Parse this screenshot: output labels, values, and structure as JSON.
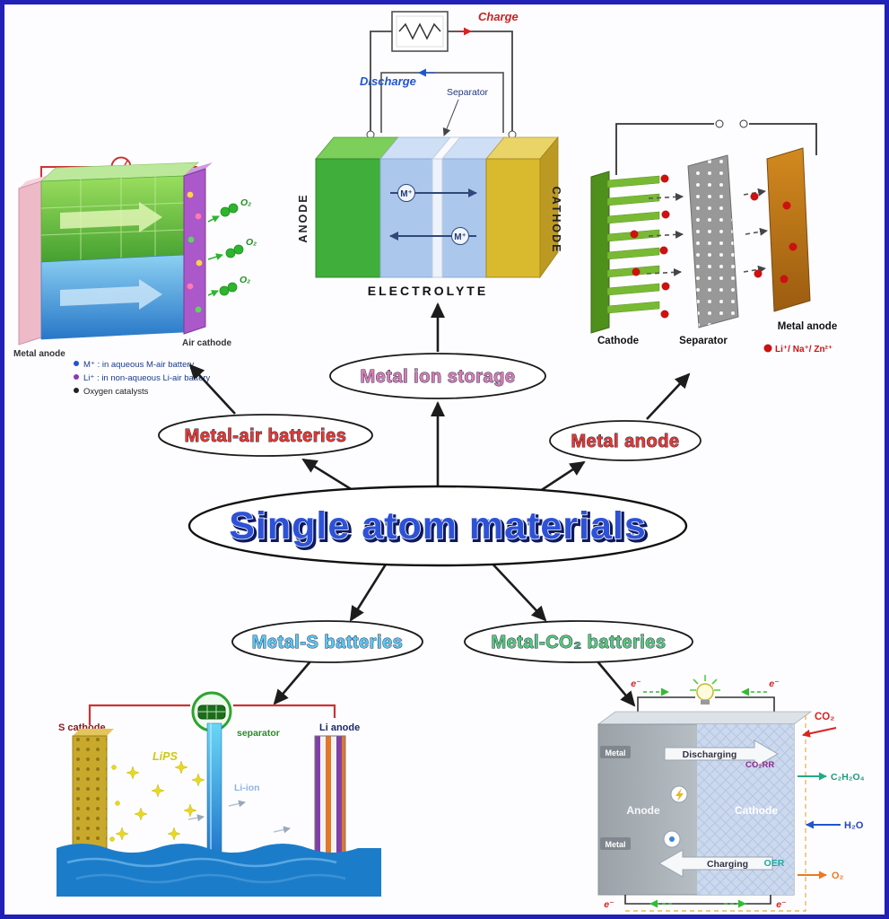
{
  "colors": {
    "frame_border": "#2121b8",
    "center_text": "#2d52d8",
    "metal_air_text": "#e23b2e",
    "metal_anode_text": "#e23b2e",
    "ion_storage_text": "#d87fb0",
    "metal_s_text": "#5bc8f0",
    "metal_co2_text": "#58c878",
    "charge_text": "#cc2222",
    "discharge_text": "#2255cc",
    "red_ion_dot": "#cc1111"
  },
  "nodes": {
    "center": "Single atom materials",
    "ion_storage": "Metal ion storage",
    "metal_air": "Metal-air batteries",
    "metal_anode": "Metal anode",
    "metal_s": "Metal-S batteries",
    "metal_co2": "Metal-CO₂ batteries"
  },
  "cell": {
    "charge": "Charge",
    "discharge": "Discharge",
    "separator_label": "Separator",
    "anode": "ANODE",
    "cathode": "CATHODE",
    "electrolyte": "ELECTROLYTE",
    "ion": "M⁺"
  },
  "air": {
    "metal_anode": "Metal anode",
    "air_cathode": "Air cathode",
    "o2": "O₂",
    "legend": [
      "M⁺ : in aqueous M-air battery",
      "Li⁺ : in non-aqueous Li-air battery",
      "Oxygen catalysts"
    ]
  },
  "ap": {
    "cathode": "Cathode",
    "separator": "Separator",
    "metal_anode": "Metal anode",
    "ions": "Li⁺/ Na⁺/ Zn²⁺"
  },
  "lis": {
    "s_cathode": "S cathode",
    "separator": "separator",
    "li_anode": "Li anode",
    "lips": "LiPS",
    "li_ion": "Li-ion"
  },
  "co2": {
    "discharging": "Discharging",
    "charging": "Charging",
    "anode": "Anode",
    "cathode": "Cathode",
    "metal": "Metal",
    "co2": "CO₂",
    "co2rr": "CO₂RR",
    "product": "C₂H₂O₄",
    "h2o": "H₂O",
    "oer": "OER",
    "o2": "O₂",
    "electron": "e⁻"
  }
}
